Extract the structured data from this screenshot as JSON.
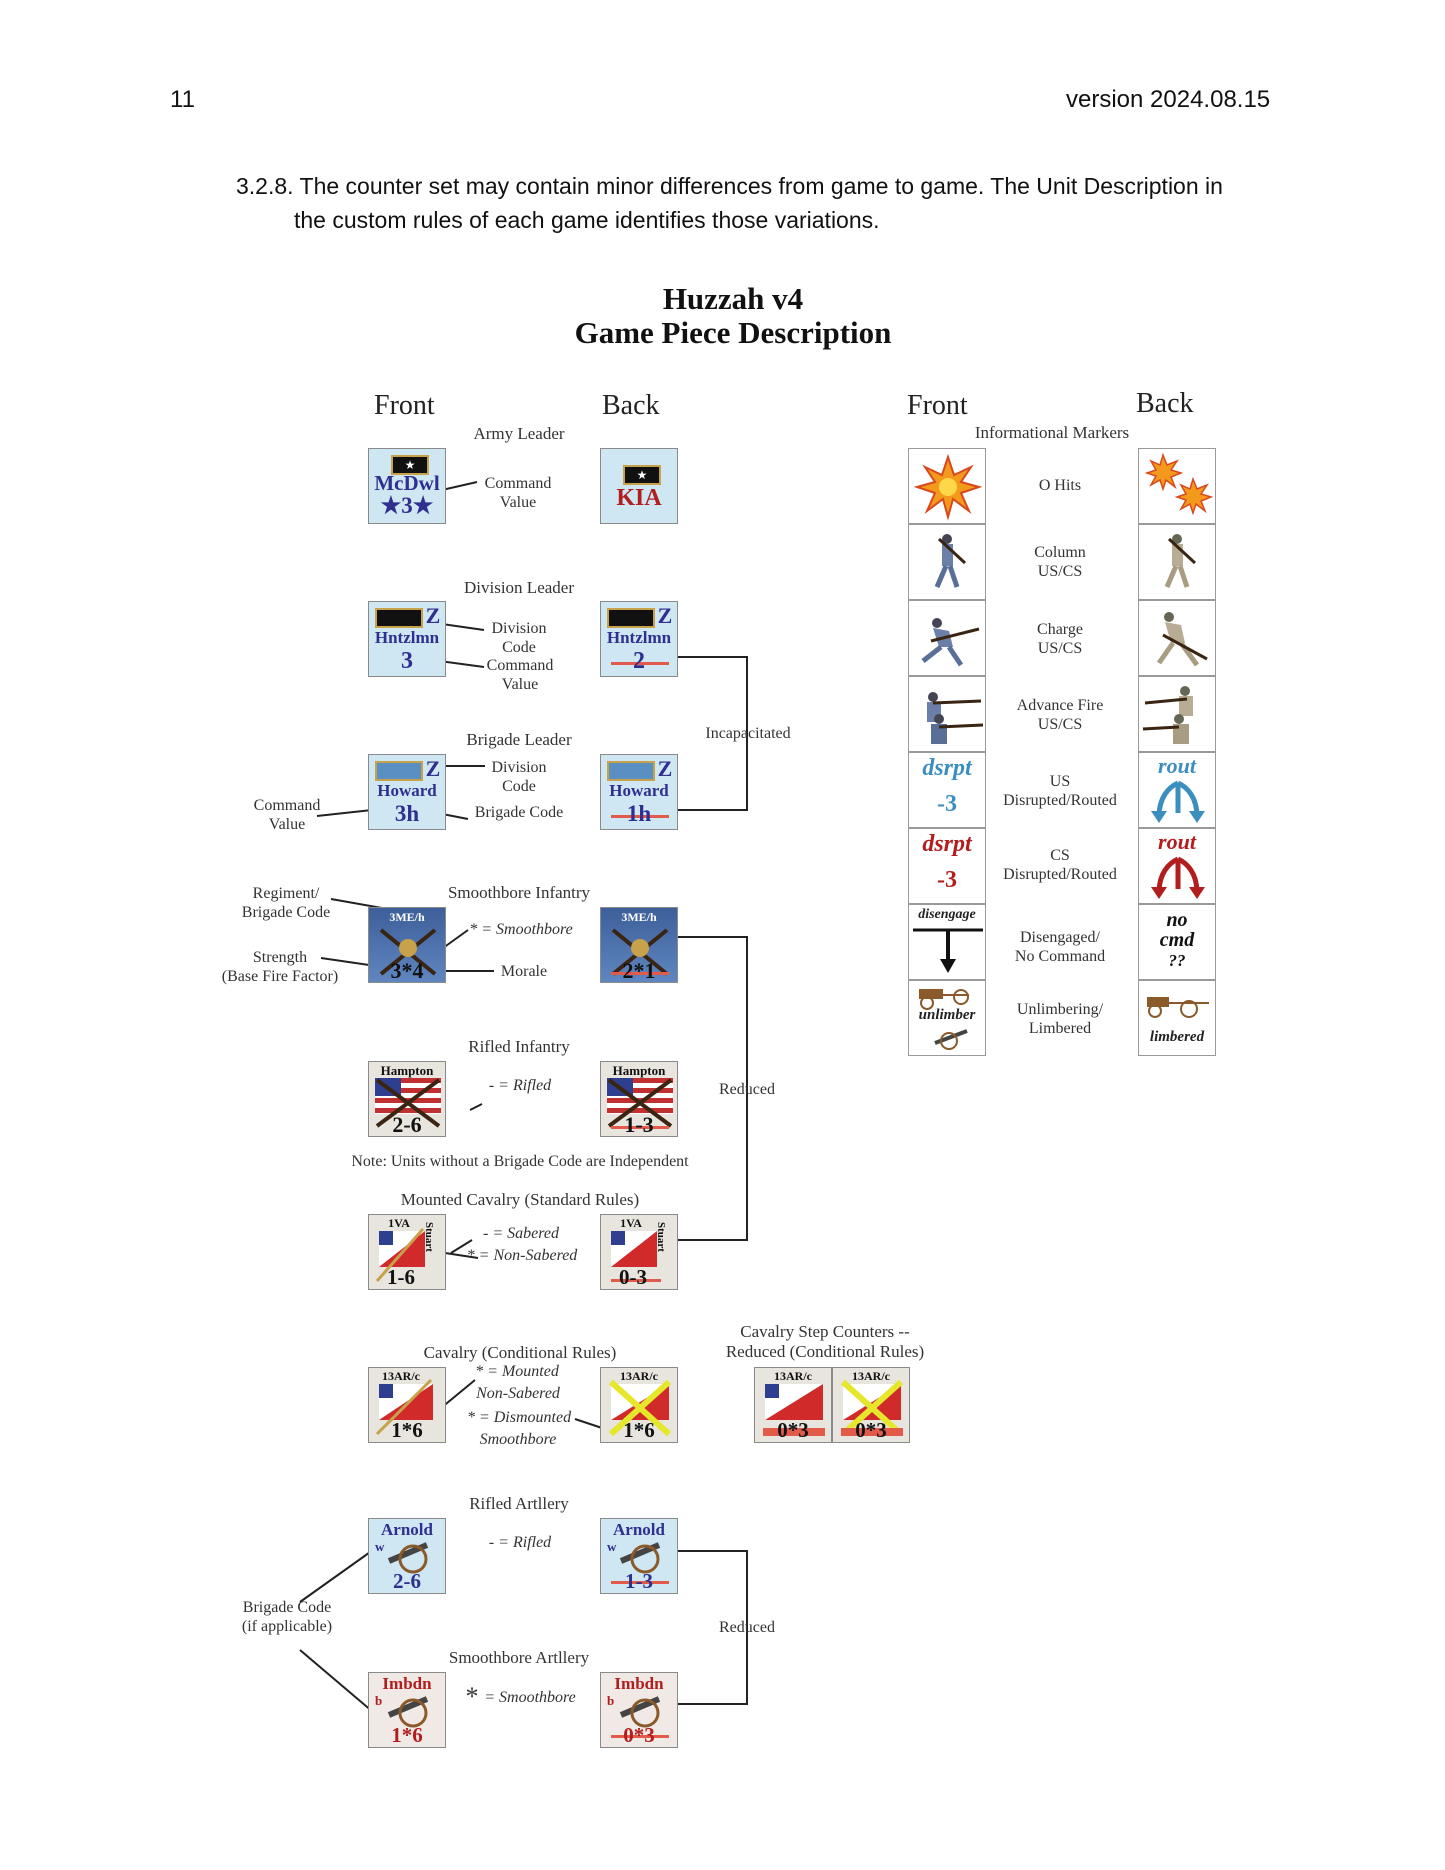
{
  "header": {
    "page_number": "11",
    "version": "version 2024.08.15"
  },
  "rule": {
    "line1": "3.2.8. The counter set may contain minor differences from game to game. The Unit Description in",
    "line2": "the custom rules of each game identifies those variations."
  },
  "figure": {
    "title1": "Huzzah v4",
    "title2": "Game Piece Description",
    "left_front": "Front",
    "left_back": "Back",
    "right_front": "Front",
    "right_back": "Back",
    "sections": {
      "army_leader": "Army Leader",
      "division_leader": "Division Leader",
      "brigade_leader": "Brigade Leader",
      "smoothbore_infantry": "Smoothbore Infantry",
      "rifled_infantry": "Rifled Infantry",
      "note": "Note: Units without a Brigade Code are Independent",
      "mounted_cavalry": "Mounted Cavalry (Standard Rules)",
      "cavalry_conditional": "Cavalry (Conditional Rules)",
      "cav_step_1": "Cavalry Step Counters --",
      "cav_step_2": "Reduced (Conditional Rules)",
      "rifled_artillery": "Rifled Artllery",
      "smoothbore_artillery": "Smoothbore Artllery",
      "informational": "Informational Markers"
    },
    "labels": {
      "command_value_1": "Command",
      "command_value_2": "Value",
      "division_code_1": "Division",
      "division_code_2": "Code",
      "incapacitated": "Incapacitated",
      "brigade_code": "Brigade Code",
      "regiment_1": "Regiment/",
      "regiment_2": "Brigade Code",
      "strength_1": "Strength",
      "strength_2": "(Base Fire Factor)",
      "smoothbore_def": "* = Smoothbore",
      "morale": "Morale",
      "rifled_def": "- = Rifled",
      "reduced": "Reduced",
      "sabered_def": "- = Sabered",
      "non_sabered_def": "* = Non-Sabered",
      "mounted_def": "* = Mounted",
      "non_sabered_2": "Non-Sabered",
      "dismounted_def": "* = Dismounted",
      "smoothbore_2": "Smoothbore",
      "brigade_code_app_1": "Brigade Code",
      "brigade_code_app_2": "(if applicable)",
      "art_rifled_def": "- = Rifled",
      "art_smoothbore_star": "*",
      "art_smoothbore_def": "= Smoothbore"
    },
    "counters": {
      "army_front_name": "McDwl",
      "army_front_value": "★3★",
      "army_back": "KIA",
      "div_front_code": "Z",
      "div_front_name": "Hntzlmn",
      "div_front_value": "3",
      "div_back_code": "Z",
      "div_back_name": "Hntzlmn",
      "div_back_value": "2",
      "brig_front_code": "Z",
      "brig_front_name": "Howard",
      "brig_front_value": "3h",
      "brig_back_code": "Z",
      "brig_back_name": "Howard",
      "brig_back_value": "1h",
      "sb_inf_front_top": "3ME/h",
      "sb_inf_front_val": "3*4",
      "sb_inf_back_top": "3ME/h",
      "sb_inf_back_val": "2*1",
      "rf_inf_front_top": "Hampton",
      "rf_inf_front_val": "2-6",
      "rf_inf_back_top": "Hampton",
      "rf_inf_back_val": "1-3",
      "mc_front_top": "1VA",
      "mc_front_side": "Stuart",
      "mc_front_val": "1-6",
      "mc_back_top": "1VA",
      "mc_back_side": "Stuart",
      "mc_back_val": "0-3",
      "cc_front_top": "13AR/c",
      "cc_front_val": "1*6",
      "cc_back_top": "13AR/c",
      "cc_back_val": "1*6",
      "cs_1_top": "13AR/c",
      "cs_1_val": "0*3",
      "cs_2_top": "13AR/c",
      "cs_2_val": "0*3",
      "ra_front_name": "Arnold",
      "ra_front_code": "w",
      "ra_front_val": "2-6",
      "ra_back_name": "Arnold",
      "ra_back_code": "w",
      "ra_back_val": "1-3",
      "sa_front_name": "Imbdn",
      "sa_front_code": "b",
      "sa_front_val": "1*6",
      "sa_back_name": "Imbdn",
      "sa_back_code": "b",
      "sa_back_val": "0*3"
    },
    "markers": [
      {
        "label1": "O Hits",
        "label2": ""
      },
      {
        "label1": "Column",
        "label2": "US/CS"
      },
      {
        "label1": "Charge",
        "label2": "US/CS"
      },
      {
        "label1": "Advance Fire",
        "label2": "US/CS"
      },
      {
        "label1": "US",
        "label2": "Disrupted/Routed"
      },
      {
        "label1": "CS",
        "label2": "Disrupted/Routed"
      },
      {
        "label1": "Disengaged/",
        "label2": "No Command"
      },
      {
        "label1": "Unlimbering/",
        "label2": "Limbered"
      }
    ],
    "marker_text": {
      "us_dsrpt": "dsrpt",
      "us_dsrpt_val": "-3",
      "us_rout": "rout",
      "cs_dsrpt": "dsrpt",
      "cs_dsrpt_val": "-3",
      "cs_rout": "rout",
      "disengage": "disengage",
      "no_cmd_1": "no",
      "no_cmd_2": "cmd",
      "no_cmd_3": "??",
      "unlimber": "unlimber",
      "limbered": "limbered"
    },
    "colors": {
      "us_blue": "#2f2f8f",
      "cs_red": "#b21e1e",
      "leader_bg": "#cfe6f3",
      "marker_us": "#3b8fbf"
    }
  }
}
